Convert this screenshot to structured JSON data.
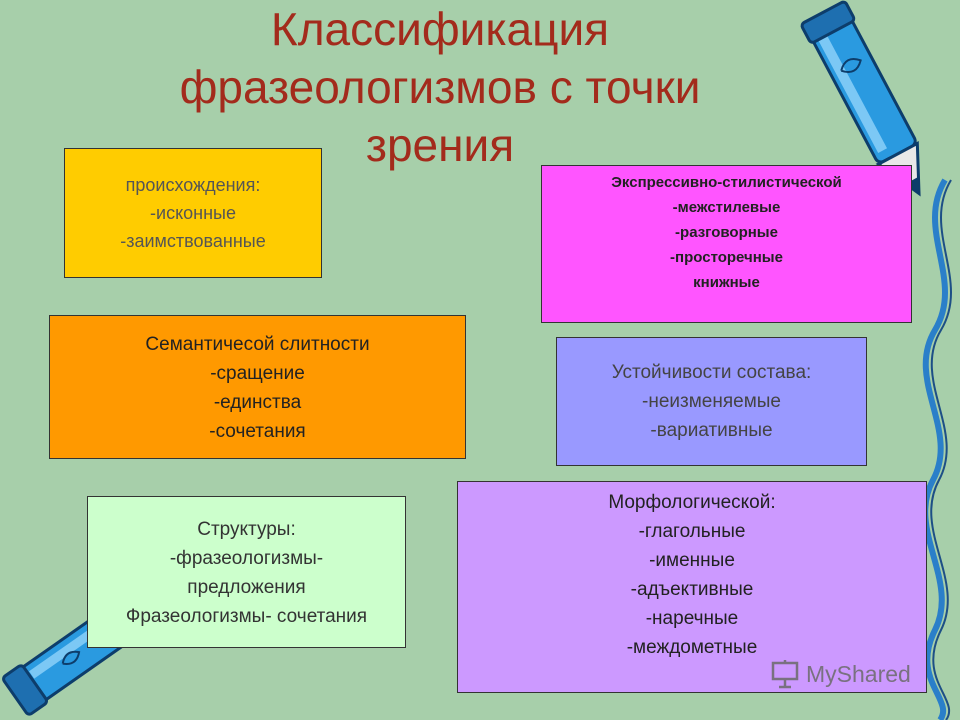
{
  "title": {
    "lines": [
      "Классификация",
      "фразеологизмов с точки",
      "зрения"
    ]
  },
  "boxes": {
    "origin": {
      "lines": [
        "происхождения:",
        "-исконные",
        "-заимствованные"
      ],
      "color": "#ffcc00"
    },
    "stylistic": {
      "lines": [
        "Экспрессивно-стилистической",
        "-межстилевые",
        "-разговорные",
        "-просторечные",
        "книжные"
      ],
      "color": "#ff55ff"
    },
    "semantic": {
      "lines": [
        "Семантичесой слитности",
        "-сращение",
        "-единства",
        "-сочетания"
      ],
      "color": "#ff9900"
    },
    "stability": {
      "lines": [
        "Устойчивости состава:",
        "-неизменяемые",
        "-вариативные"
      ],
      "color": "#9999ff"
    },
    "structure": {
      "lines": [
        "Структуры:",
        "-фразеологизмы-",
        "предложения",
        "Фразеологизмы- сочетания"
      ],
      "color": "#ccffcc"
    },
    "morphology": {
      "lines": [
        "Морфологической:",
        "-глагольные",
        "-именные",
        "-адъективные",
        "-наречные",
        "-междометные"
      ],
      "color": "#cc99ff"
    }
  },
  "watermark": {
    "text": "MyShared",
    "icon": "presentation-board-icon"
  },
  "decor": {
    "icons": [
      "pencil-icon",
      "wavy-ribbon-icon"
    ],
    "pencil_color": "#2a9ae0"
  }
}
